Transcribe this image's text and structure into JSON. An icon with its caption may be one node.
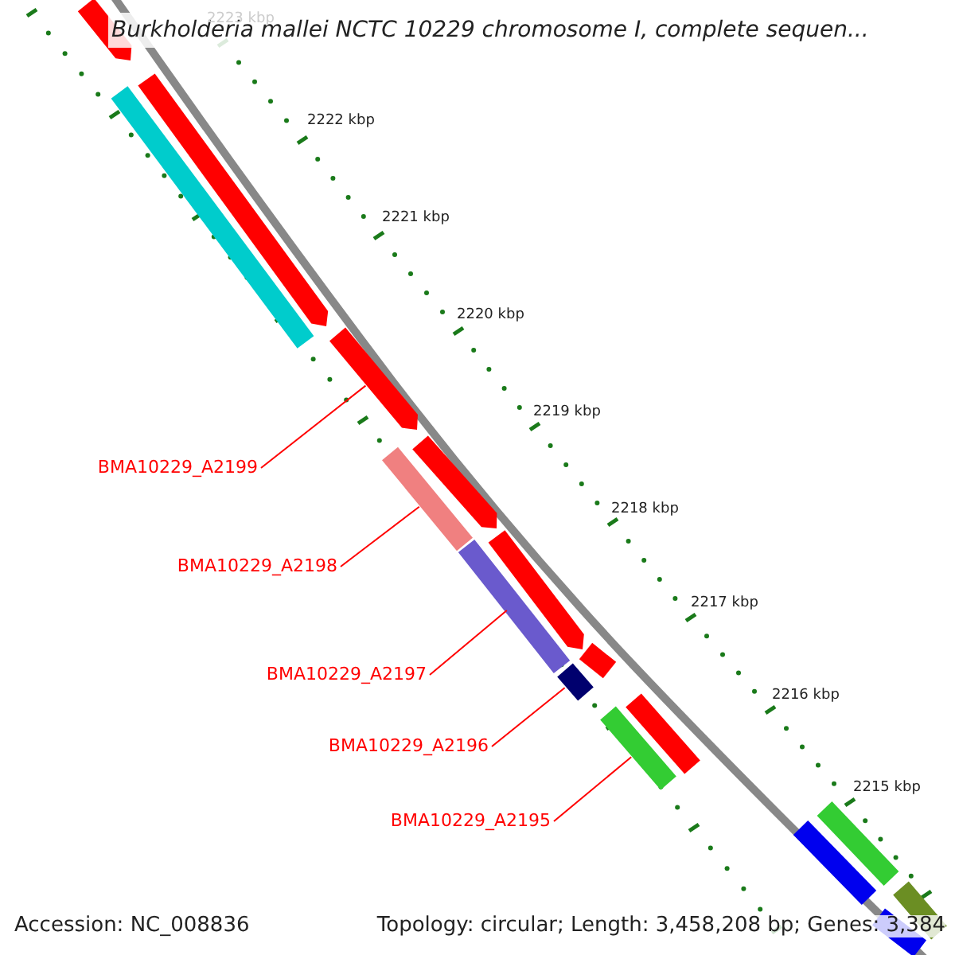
{
  "diagram": {
    "title": "Burkholderia mallei NCTC 10229 chromosome I, complete sequen...",
    "nodes": [
      {
        "text": [
          "BMA10229_A2199"
        ]
      },
      {
        "text": [
          "BMA10229_A2198"
        ]
      },
      {
        "text": [
          "BMA10229_A2197"
        ]
      },
      {
        "text": [
          "BMA10229_A2196"
        ]
      },
      {
        "text": [
          "BMA10229_A2195"
        ]
      },
      {
        "text": [],
        "shape": "bar"
      },
      {
        "text": [],
        "shape": "bar"
      },
      {
        "text": [],
        "shape": "bar"
      },
      {
        "text": [],
        "shape": "bar"
      },
      {
        "text": [],
        "shape": "bar"
      },
      {
        "text": [],
        "shape": "bar"
      },
      {
        "text": [],
        "shape": "bar"
      },
      {
        "text": [],
        "shape": "bar"
      },
      {
        "text": [],
        "shape": "bar"
      },
      {
        "text": [],
        "shape": "bar"
      },
      {
        "text": [],
        "shape": "bar"
      },
      {
        "text": [],
        "shape": "bar"
      },
      {
        "text": [],
        "shape": "bar"
      },
      {
        "text": [],
        "shape": "bar"
      },
      {
        "text": [],
        "shape": "bar"
      },
      {
        "text": [],
        "shape": "bar"
      }
    ],
    "edges": [
      {
        "from": 0,
        "to": 8,
        "arrow": "none"
      },
      {
        "from": 1,
        "to": 10,
        "arrow": "none"
      },
      {
        "from": 2,
        "to": 12,
        "arrow": "none"
      },
      {
        "from": 3,
        "to": 14,
        "arrow": "none"
      },
      {
        "from": 4,
        "to": 16,
        "arrow": "none"
      }
    ],
    "labels": [
      "2223 kbp",
      "2222 kbp",
      "2221 kbp",
      "2220 kbp",
      "2219 kbp",
      "2218 kbp",
      "2217 kbp",
      "2216 kbp",
      "2215 kbp",
      "Accession: NC_008836",
      "Topology: circular; Length: 3,458,208 bp; Genes: 3,384"
    ]
  }
}
